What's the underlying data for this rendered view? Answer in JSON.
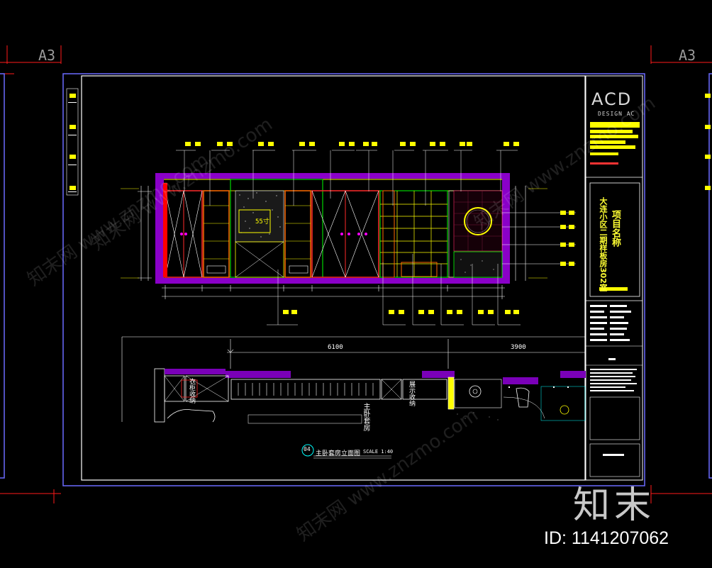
{
  "sheet": {
    "size_label_left": "A3",
    "size_label_right": "A3"
  },
  "title_block": {
    "logo_main": "ACD",
    "logo_sub": "DESIGN AC",
    "project_title": "项目名称",
    "project_subtitle": "大连小区二期样板房302室"
  },
  "drawing": {
    "dim_6100": "6100",
    "dim_3900": "3900",
    "marker_55": "55寸",
    "caption_number": "04",
    "caption_title": "主卧套房立面图",
    "caption_scale": "SCALE 1:40",
    "plan_label_1": "衣柜收纳",
    "plan_label_2": "主卧套房",
    "plan_label_3": "展示收纳"
  },
  "watermark": {
    "brand": "知末",
    "id": "ID: 1141207062",
    "site_text": "知末网 www.znzmo.com"
  },
  "colors": {
    "frame": "#6a6aff",
    "red_grid": "#ff0000",
    "yellow": "#ffff00",
    "magenta": "#b000ff",
    "green": "#00ff00",
    "cyan": "#00ffff"
  }
}
